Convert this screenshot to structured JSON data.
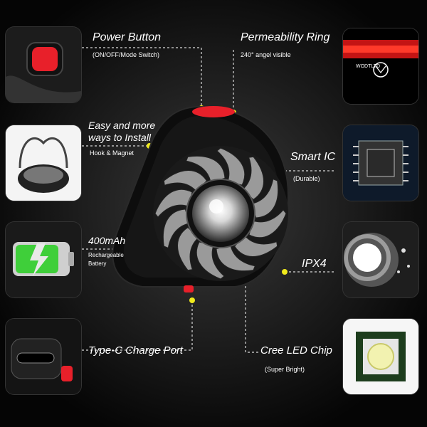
{
  "callouts": {
    "power_button": {
      "title": "Power Button",
      "subtitle": "(ON/OFF/Mode Switch)"
    },
    "install": {
      "title_line1": "Easy and more",
      "title_line2": "ways to Install",
      "subtitle": "Hook & Magnet"
    },
    "battery": {
      "title": "400mAh",
      "subtitle_line1": "Rechargeable",
      "subtitle_line2": "Battery"
    },
    "type_c": {
      "title": "Type-C Charge Port"
    },
    "permeability": {
      "title": "Permeability Ring",
      "subtitle": "240° angel visible"
    },
    "smart_ic": {
      "title": "Smart IC",
      "subtitle": "(Durable)"
    },
    "ipx4": {
      "title": "IPX4"
    },
    "cree": {
      "title": "Cree LED Chip",
      "subtitle": "(Super Bright)"
    }
  },
  "brand": {
    "logo_text": "WODTLTD"
  },
  "colors": {
    "accent": "#e0e020",
    "button_red": "#e8202a",
    "battery_green": "#3fcf3a"
  }
}
